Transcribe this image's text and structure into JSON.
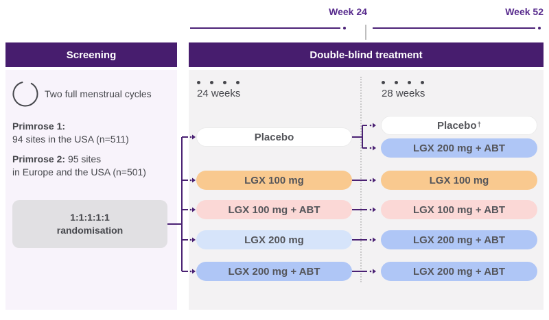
{
  "timeline": {
    "week24_label": "Week 24",
    "week52_label": "Week 52"
  },
  "screening": {
    "header_label": "Screening",
    "cycle_note": "Two full menstrual cycles",
    "primrose1_bold": "Primrose 1:",
    "primrose1_text": "94 sites in the USA (n=511)",
    "primrose2_bold": "Primrose 2:",
    "primrose2_inline": "95 sites",
    "primrose2_text": "in Europe and the USA (n=501)",
    "randomisation_line1": "1:1:1:1:1",
    "randomisation_line2": "randomisation"
  },
  "treatment": {
    "header_label": "Double-blind treatment",
    "col1": {
      "duration_label": "24 weeks",
      "pills": [
        {
          "label": "Placebo",
          "color": "white"
        },
        {
          "label": "LGX 100 mg",
          "color": "orange"
        },
        {
          "label": "LGX 100 mg + ABT",
          "color": "pink"
        },
        {
          "label": "LGX 200 mg",
          "color": "lightblue"
        },
        {
          "label": "LGX 200 mg + ABT",
          "color": "periwinkle"
        }
      ]
    },
    "col2": {
      "duration_label": "28 weeks",
      "pills": [
        {
          "label": "Placebo",
          "sup": "†",
          "color": "white"
        },
        {
          "label": "LGX 200 mg + ABT",
          "color": "periwinkle"
        },
        {
          "label": "LGX 100 mg",
          "color": "orange"
        },
        {
          "label": "LGX 100 mg + ABT",
          "color": "pink"
        },
        {
          "label": "LGX 200 mg + ABT",
          "color": "periwinkle"
        },
        {
          "label": "LGX 200 mg + ABT",
          "color": "periwinkle"
        }
      ]
    }
  },
  "colors": {
    "header_purple": "#471D6E",
    "accent_purple": "#56298C",
    "timeline_purple": "#4B2176",
    "connector_purple": "#4A2173",
    "screening_bg": "#F8F3FB",
    "treatment_bg": "#F3F2F3",
    "randomisation_bg": "#E1E0E3",
    "white": "#FFFFFF",
    "orange": "#F9C98F",
    "pink": "#FBD8D6",
    "lightblue": "#D6E4FA",
    "periwinkle": "#AFC6F6",
    "pill_text": "#54555A",
    "pill_border": "#EBEBEB",
    "text_dark": "#46474C",
    "divider_gray": "#C9C9C9",
    "tick_gray": "#BEBEBE"
  }
}
